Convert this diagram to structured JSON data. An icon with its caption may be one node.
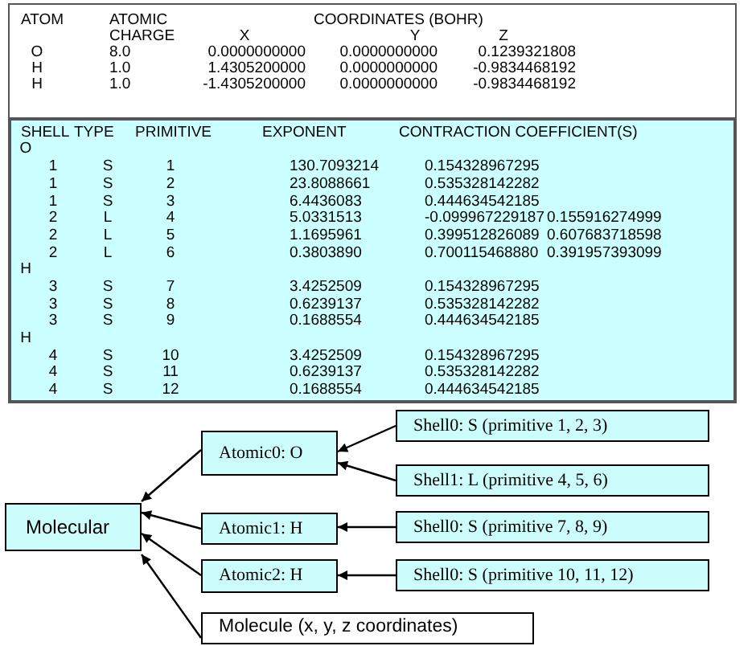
{
  "diagram": {
    "nodes": [
      {
        "text": [
          "Molecular"
        ]
      },
      {
        "text": [
          "Atomic0: O"
        ]
      },
      {
        "text": [
          "Shell0: S (primitive 1, 2, 3)"
        ]
      },
      {
        "text": [
          "Shell1: L (primitive 4, 5, 6)"
        ]
      },
      {
        "text": [
          "Atomic1: H"
        ]
      },
      {
        "text": [
          "Shell0: S (primitive 7, 8, 9)"
        ]
      },
      {
        "text": [
          "Atomic2: H"
        ]
      },
      {
        "text": [
          "Shell0: S (primitive 10, 11, 12)"
        ]
      },
      {
        "text": [
          "Molecule (x, y, z coordinates)"
        ]
      }
    ],
    "edges": [
      {
        "from": 1,
        "to": 0,
        "arrow": "to"
      },
      {
        "from": 4,
        "to": 0,
        "arrow": "to"
      },
      {
        "from": 6,
        "to": 0,
        "arrow": "to"
      },
      {
        "from": 8,
        "to": 0,
        "arrow": "to"
      },
      {
        "from": 2,
        "to": 1,
        "arrow": "to"
      },
      {
        "from": 3,
        "to": 1,
        "arrow": "to"
      },
      {
        "from": 5,
        "to": 4,
        "arrow": "to"
      },
      {
        "from": 7,
        "to": 6,
        "arrow": "to"
      }
    ],
    "labels": [
      "ATOM",
      "ATOMIC",
      "COORDINATES (BOHR)",
      "CHARGE",
      "X",
      "Y",
      "Z",
      "O",
      "8.0",
      "0.0000000000",
      "0.0000000000",
      "0.1239321808",
      "H",
      "1.0",
      "1.4305200000",
      "0.0000000000",
      "-0.9834468192",
      "H",
      "1.0",
      "-1.4305200000",
      "0.0000000000",
      "-0.9834468192",
      "SHELL",
      "TYPE",
      "PRIMITIVE",
      "EXPONENT",
      "CONTRACTION COEFFICIENT(S)",
      "O",
      "1",
      "S",
      "1",
      "130.7093214",
      "0.154328967295",
      "1",
      "S",
      "2",
      "23.8088661",
      "0.535328142282",
      "1",
      "S",
      "3",
      "6.4436083",
      "0.444634542185",
      "2",
      "L",
      "4",
      "5.0331513",
      "-0.099967229187",
      "0.155916274999",
      "2",
      "L",
      "5",
      "1.1695961",
      "0.399512826089",
      "0.607683718598",
      "2",
      "L",
      "6",
      "0.3803890",
      "0.700115468880",
      "0.391957393099",
      "H",
      "3",
      "S",
      "7",
      "3.4252509",
      "0.154328967295",
      "3",
      "S",
      "8",
      "0.6239137",
      "0.535328142282",
      "3",
      "S",
      "9",
      "0.1688554",
      "0.444634542185",
      "H",
      "4",
      "S",
      "10",
      "3.4252509",
      "0.154328967295",
      "4",
      "S",
      "11",
      "0.6239137",
      "0.535328142282",
      "4",
      "S",
      "12",
      "0.1688554",
      "0.444634542185"
    ]
  }
}
